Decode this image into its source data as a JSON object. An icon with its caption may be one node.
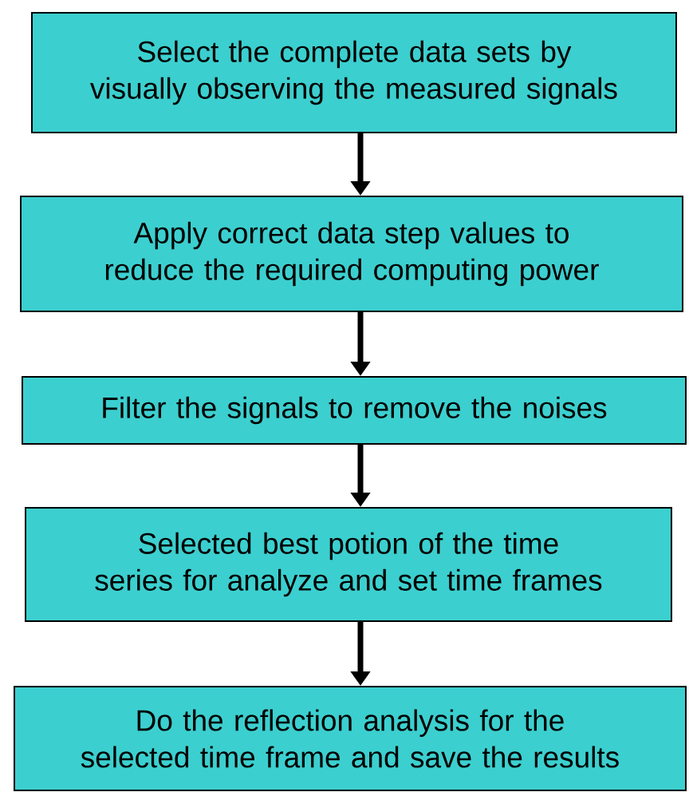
{
  "diagram": {
    "nodes": [
      {
        "text": [
          "Select the complete data sets by visually observing the measured signals"
        ]
      },
      {
        "text": [
          "Apply correct data step values to reduce the required computing power"
        ]
      },
      {
        "text": [
          "Filter the signals to remove the noises"
        ]
      },
      {
        "text": [
          "Selected best potion of the time series for analyze and set time frames"
        ]
      },
      {
        "text": [
          "Do the reflection analysis for the selected time frame and save the results"
        ]
      }
    ],
    "edges": [
      {
        "from": 0,
        "to": 1,
        "arrow": "to"
      },
      {
        "from": 1,
        "to": 2,
        "arrow": "to"
      },
      {
        "from": 2,
        "to": 3,
        "arrow": "to"
      },
      {
        "from": 3,
        "to": 4,
        "arrow": "to"
      }
    ]
  }
}
